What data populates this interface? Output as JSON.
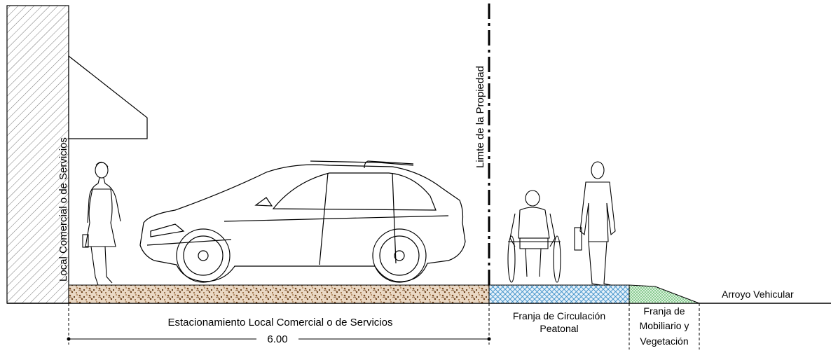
{
  "labels": {
    "building": "Local Comercial o de Servicios",
    "property_limit": "Limte de la Propiedad",
    "road": "Arroyo Vehicular",
    "parking": "Estacionamiento Local Comercial o de Servicios",
    "dimension": "6.00",
    "circulation_line1": "Franja de Circulación",
    "circulation_line2": "Peatonal",
    "furniture_line1": "Franja de",
    "furniture_line2": "Mobiliario y",
    "furniture_line3": "Vegetación"
  },
  "colors": {
    "parking_fill": "#8b5a2b",
    "circulation_fill": "#3a8fc8",
    "vegetation_fill": "#2e9b3a",
    "line": "#000000"
  }
}
